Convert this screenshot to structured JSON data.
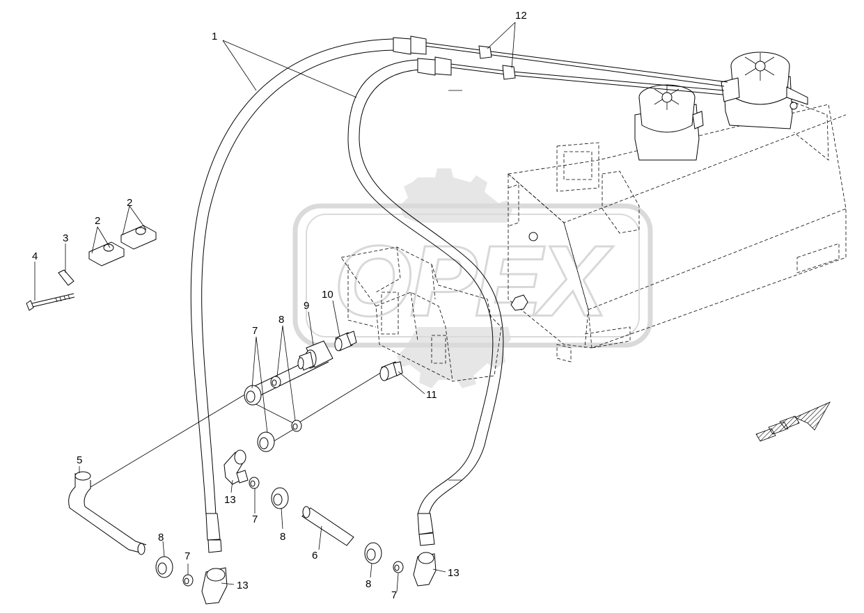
{
  "watermark": {
    "text": "OPEX"
  },
  "callouts": [
    {
      "id": "c1",
      "text": "1"
    },
    {
      "id": "c2a",
      "text": "2"
    },
    {
      "id": "c2b",
      "text": "2"
    },
    {
      "id": "c3",
      "text": "3"
    },
    {
      "id": "c4",
      "text": "4"
    },
    {
      "id": "c5",
      "text": "5"
    },
    {
      "id": "c6",
      "text": "6"
    },
    {
      "id": "c7a",
      "text": "7"
    },
    {
      "id": "c7b",
      "text": "7"
    },
    {
      "id": "c7c",
      "text": "7"
    },
    {
      "id": "c7d",
      "text": "7"
    },
    {
      "id": "c8a",
      "text": "8"
    },
    {
      "id": "c8b",
      "text": "8"
    },
    {
      "id": "c8c",
      "text": "8"
    },
    {
      "id": "c8d",
      "text": "8"
    },
    {
      "id": "c9",
      "text": "9"
    },
    {
      "id": "c10",
      "text": "10"
    },
    {
      "id": "c11",
      "text": "11"
    },
    {
      "id": "c12",
      "text": "12"
    },
    {
      "id": "c13a",
      "text": "13"
    },
    {
      "id": "c13b",
      "text": "13"
    },
    {
      "id": "c13c",
      "text": "13"
    }
  ]
}
